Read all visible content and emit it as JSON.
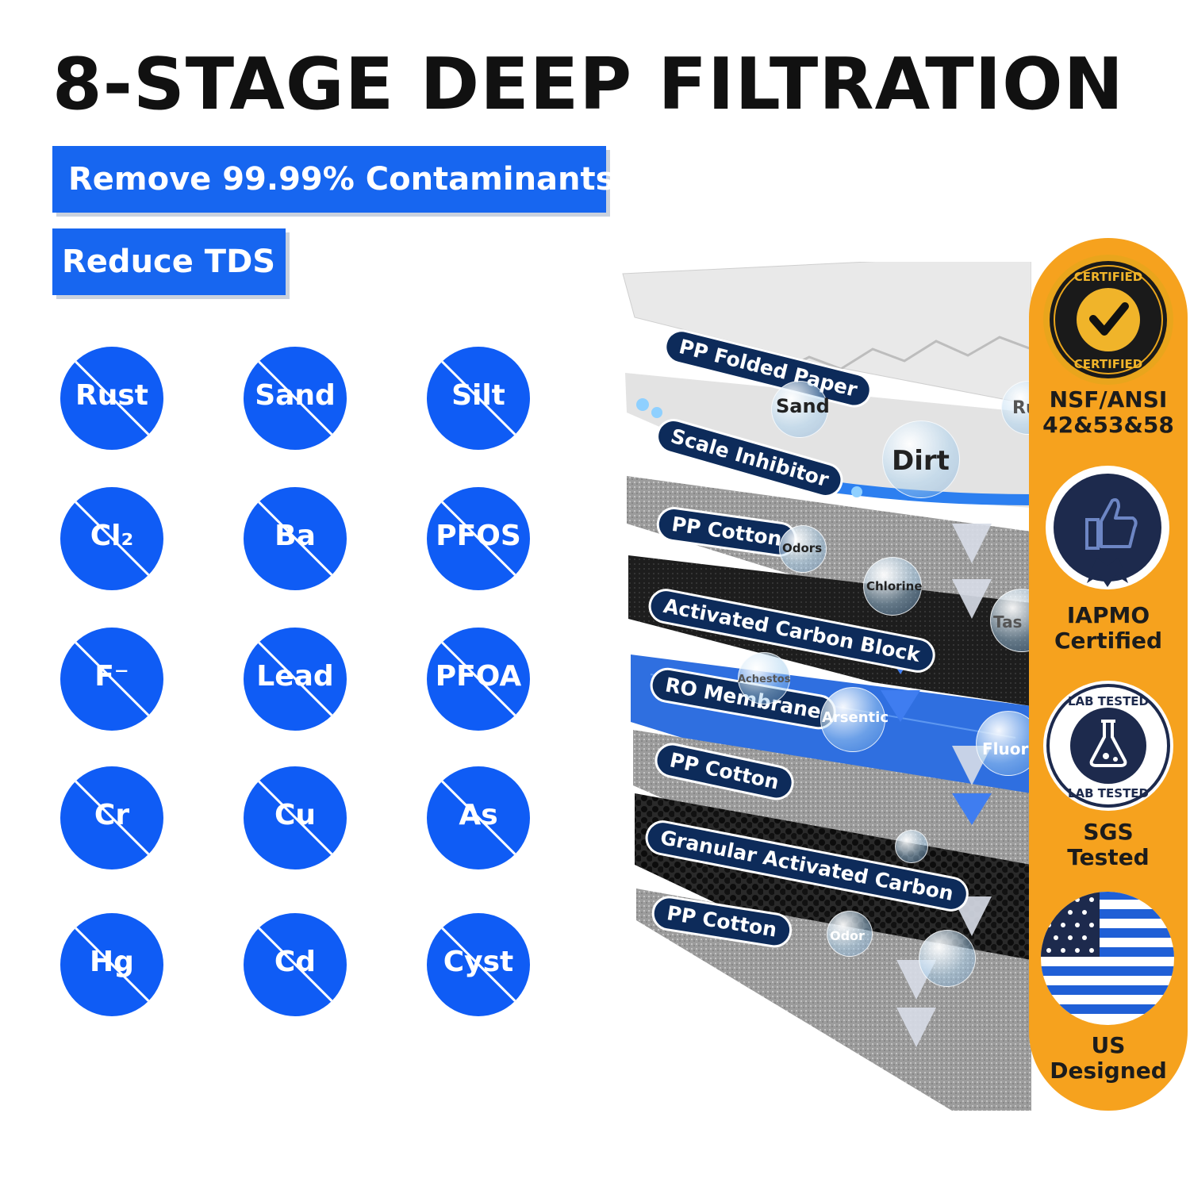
{
  "title": "8-STAGE DEEP FILTRATION",
  "banners": [
    "Remove 99.99% Contaminants",
    "Reduce TDS"
  ],
  "contaminants": [
    "Rust",
    "Sand",
    "Silt",
    "Cl₂",
    "Ba",
    "PFOS",
    "F⁻",
    "Lead",
    "PFOA",
    "Cr",
    "Cu",
    "As",
    "Hg",
    "Cd",
    "Cyst"
  ],
  "stages": [
    "PP Folded Paper",
    "Scale Inhibitor",
    "PP Cotton",
    "Activated Carbon Block",
    "RO Membrane",
    "PP Cotton",
    "Granular Activated Carbon",
    "PP Cotton"
  ],
  "bubble_labels": [
    "Sand",
    "Rust",
    "Dirt",
    "Odors",
    "Chlorine",
    "Tas",
    "Achestos",
    "Arsentic",
    "Fluori",
    "Odor"
  ],
  "certifications": [
    {
      "badge": "CERTIFIED",
      "text": "NSF/ANSI\n42&53&58",
      "icon": "certified-check-seal-icon"
    },
    {
      "badge": "",
      "text": "IAPMO\nCertified",
      "icon": "thumbs-up-seal-icon"
    },
    {
      "badge": "LAB TESTED",
      "text": "SGS\nTested",
      "icon": "lab-flask-seal-icon"
    },
    {
      "badge": "",
      "text": "US\nDesigned",
      "icon": "us-flag-icon"
    }
  ],
  "colors": {
    "brand_blue": "#1766f0",
    "disc_blue": "#0f5cf5",
    "tag_navy": "#0d2b5a",
    "panel_orange": "#f6a21e"
  }
}
